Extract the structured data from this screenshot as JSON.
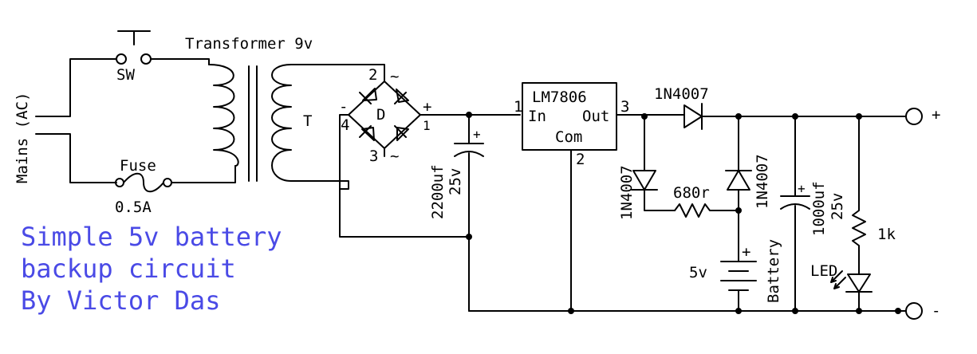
{
  "title_lines": [
    "Simple 5v battery",
    "backup circuit",
    "By Victor Das"
  ],
  "labels": {
    "transformer": "Transformer 9v",
    "switch": "SW",
    "fuse": "Fuse",
    "fuse_rating": "0.5A",
    "mains": "Mains (AC)",
    "transformer_ref": "T",
    "bridge_ref": "D",
    "bridge_pin_2": "2",
    "bridge_pin_4": "4",
    "bridge_pin_3": "3",
    "bridge_pin_1": "1",
    "bridge_minus": "-",
    "bridge_plus": "+",
    "bridge_ac_top": "~",
    "bridge_ac_bottom": "~",
    "cap1_value": "2200uf",
    "cap1_voltage": "25v",
    "cap1_plus": "+",
    "regulator": "LM7806",
    "reg_in": "In",
    "reg_out": "Out",
    "reg_com": "Com",
    "reg_pin_1": "1",
    "reg_pin_2": "2",
    "reg_pin_3": "3",
    "diode_series": "1N4007",
    "diode_left": "1N4007",
    "diode_right": "1N4007",
    "resistor_charge": "680r",
    "battery_voltage": "5v",
    "battery_label": "Battery",
    "battery_plus": "+",
    "cap2_value": "1000uf",
    "cap2_voltage": "25v",
    "cap2_plus": "+",
    "resistor_led": "1k",
    "led": "LED",
    "out_plus": "+",
    "out_minus": "-"
  }
}
